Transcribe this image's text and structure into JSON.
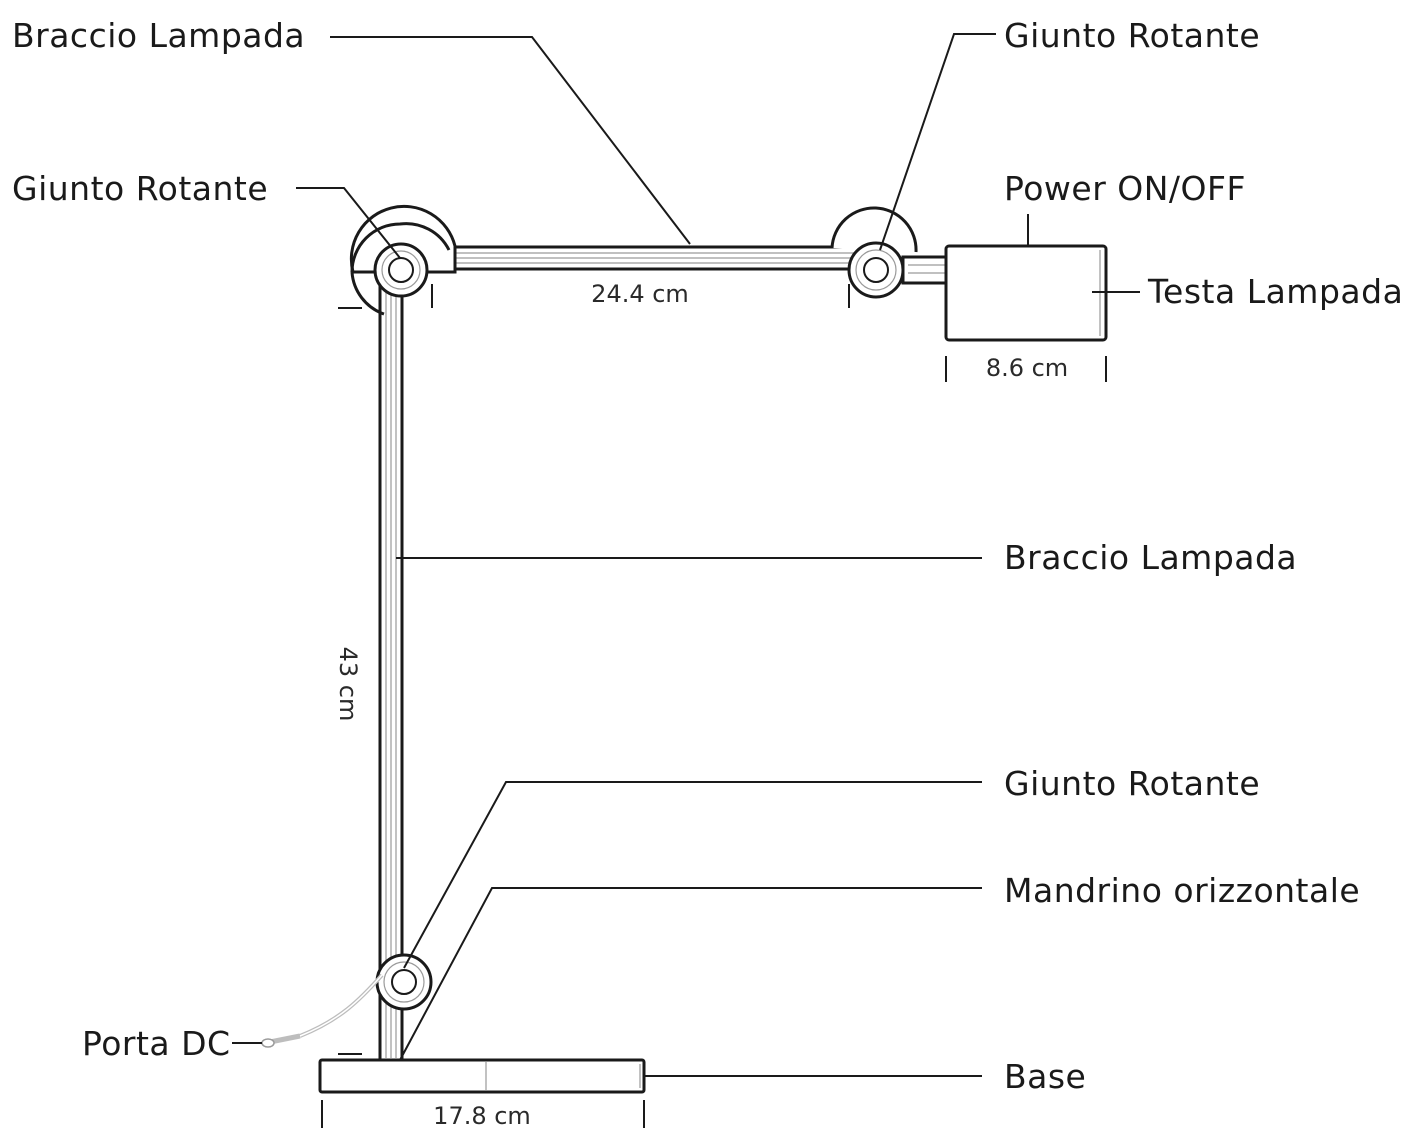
{
  "labels": {
    "arm_top": "Braccio Lampada",
    "joint_top_right": "Giunto Rotante",
    "joint_top_left": "Giunto Rotante",
    "power": "Power ON/OFF",
    "head": "Testa Lampada",
    "arm_vertical": "Braccio Lampada",
    "joint_bottom": "Giunto Rotante",
    "spindle": "Mandrino orizzontale",
    "dc_port": "Porta DC",
    "base": "Base"
  },
  "dimensions": {
    "horizontal_arm": "24.4 cm",
    "head_width": "8.6 cm",
    "vertical_arm": "43 cm",
    "base_width": "17.8 cm"
  },
  "colors": {
    "line": "#1a1a1a",
    "inner_line": "#9a9a9a",
    "background": "#ffffff"
  }
}
